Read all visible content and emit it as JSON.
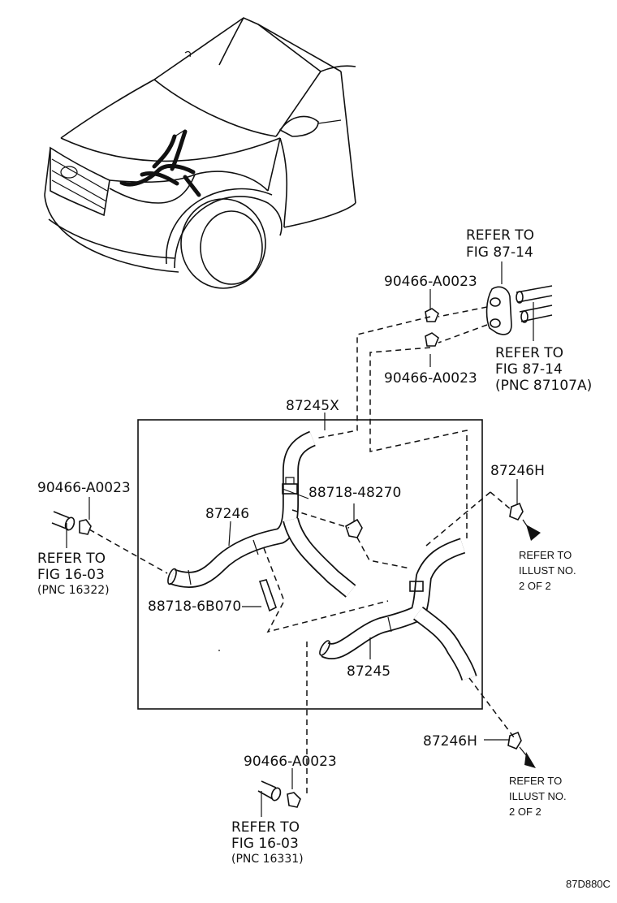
{
  "diagram": {
    "part_numbers": {
      "assembly": "87245X",
      "hose_a": "87246",
      "hose_b": "87245",
      "clamp_bracket_1": "88718-48270",
      "clamp_bracket_2": "88718-6B070",
      "valve_right_upper": "87246H",
      "valve_right_lower": "87246H",
      "clip_top_1": "90466-A0023",
      "clip_top_2": "90466-A0023",
      "clip_left": "90466-A0023",
      "clip_bottom": "90466-A0023"
    },
    "references": {
      "top_right_1": [
        "REFER TO",
        "FIG 87-14"
      ],
      "top_right_2": [
        "REFER TO",
        "FIG 87-14",
        "(PNC 87107A)"
      ],
      "left": [
        "REFER TO",
        "FIG 16-03",
        "(PNC 16322)"
      ],
      "bottom": [
        "REFER TO",
        "FIG 16-03",
        "(PNC 16331)"
      ],
      "illust_right_upper": [
        "REFER TO",
        "ILLUST NO.",
        "2 OF 2"
      ],
      "illust_right_lower": [
        "REFER TO",
        "ILLUST NO.",
        "2 OF 2"
      ]
    },
    "figure_code": "87D880C"
  }
}
